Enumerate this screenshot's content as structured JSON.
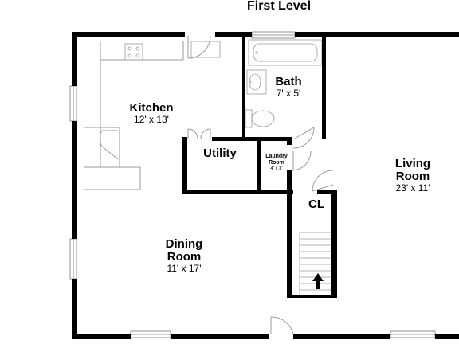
{
  "title": "First Level",
  "rooms": {
    "kitchen": {
      "name": "Kitchen",
      "dims": "12' x 13'"
    },
    "bath": {
      "name": "Bath",
      "dims": "7' x 5'"
    },
    "utility": {
      "name": "Utility"
    },
    "laundry": {
      "name_line1": "Laundry",
      "name_line2": "Room",
      "dims": "4' x 3'"
    },
    "living": {
      "name_line1": "Living",
      "name_line2": "Room",
      "dims": "23' x 11'"
    },
    "closet": {
      "name": "CL"
    },
    "dining": {
      "name_line1": "Dining",
      "name_line2": "Room",
      "dims": "11' x 17'"
    }
  },
  "icons": {
    "stairs_arrow": "up-arrow-icon"
  },
  "colors": {
    "wall": "#000000",
    "fixture": "#9a9a9a",
    "background": "#ffffff"
  }
}
